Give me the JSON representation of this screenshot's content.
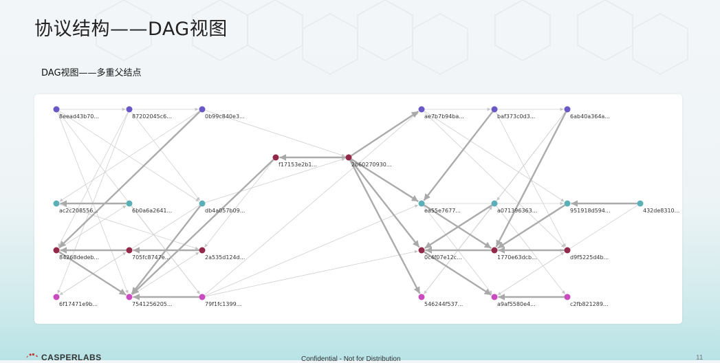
{
  "title": "协议结构——DAG视图",
  "subtitle": "DAG视图——多重父结点",
  "footer": {
    "logo": "CASPERLABS",
    "confidential": "Confidential - Not for Distribution",
    "page": "11"
  },
  "colors": {
    "purple": "#6a58c6",
    "teal": "#5ab0b6",
    "maroon": "#93294a",
    "pink": "#c84bc0",
    "edge": "#b5b5b5"
  },
  "nodes": [
    {
      "id": "n1",
      "label": "8eead43b70...",
      "color": "purple"
    },
    {
      "id": "n2",
      "label": "87202045c6...",
      "color": "purple"
    },
    {
      "id": "n3",
      "label": "0b99c840e3...",
      "color": "purple"
    },
    {
      "id": "n4",
      "label": "ae7b7b94ba...",
      "color": "purple"
    },
    {
      "id": "n5",
      "label": "baf373c0d3...",
      "color": "purple"
    },
    {
      "id": "n6",
      "label": "6ab40a364a...",
      "color": "purple"
    },
    {
      "id": "n7",
      "label": "f17153e2b1...",
      "color": "maroon"
    },
    {
      "id": "n8",
      "label": "2b60270930...",
      "color": "maroon"
    },
    {
      "id": "n9",
      "label": "ac2c208556...",
      "color": "teal"
    },
    {
      "id": "n10",
      "label": "6b0a6a2641...",
      "color": "teal"
    },
    {
      "id": "n11",
      "label": "db4a057b09...",
      "color": "teal"
    },
    {
      "id": "n12",
      "label": "ea55e7677...",
      "color": "teal"
    },
    {
      "id": "n13",
      "label": "a071396363...",
      "color": "teal"
    },
    {
      "id": "n14",
      "label": "951918d594...",
      "color": "teal"
    },
    {
      "id": "n15",
      "label": "432de8310...",
      "color": "teal"
    },
    {
      "id": "n16",
      "label": "84268dedeb...",
      "color": "maroon"
    },
    {
      "id": "n17",
      "label": "705fc8747e...",
      "color": "maroon"
    },
    {
      "id": "n18",
      "label": "2a535d124d...",
      "color": "maroon"
    },
    {
      "id": "n19",
      "label": "0c4f07e12c...",
      "color": "maroon"
    },
    {
      "id": "n20",
      "label": "1770e63dcb...",
      "color": "maroon"
    },
    {
      "id": "n21",
      "label": "d9f5225d4b...",
      "color": "maroon"
    },
    {
      "id": "n22",
      "label": "6f17471e9b...",
      "color": "pink"
    },
    {
      "id": "n23",
      "label": "7541256205...",
      "color": "pink"
    },
    {
      "id": "n24",
      "label": "79f1fc1399...",
      "color": "pink"
    },
    {
      "id": "n25",
      "label": "546244f537...",
      "color": "pink"
    },
    {
      "id": "n26",
      "label": "a9af5580e4...",
      "color": "pink"
    },
    {
      "id": "n27",
      "label": "c2fb821289...",
      "color": "pink"
    }
  ],
  "edges": [
    {
      "from": "n10",
      "to": "n9",
      "bold": true
    },
    {
      "from": "n3",
      "to": "n16",
      "bold": true
    },
    {
      "from": "n17",
      "to": "n16",
      "bold": true
    },
    {
      "from": "n18",
      "to": "n17",
      "bold": true
    },
    {
      "from": "n16",
      "to": "n23",
      "bold": true
    },
    {
      "from": "n24",
      "to": "n23",
      "bold": true
    },
    {
      "from": "n7",
      "to": "n23",
      "bold": true
    },
    {
      "from": "n11",
      "to": "n23",
      "bold": true
    },
    {
      "from": "n8",
      "to": "n7",
      "bold": true
    },
    {
      "from": "n8",
      "to": "n4",
      "bold": true
    },
    {
      "from": "n8",
      "to": "n12",
      "bold": true
    },
    {
      "from": "n8",
      "to": "n19",
      "bold": true
    },
    {
      "from": "n8",
      "to": "n25",
      "bold": true
    },
    {
      "from": "n5",
      "to": "n12",
      "bold": true
    },
    {
      "from": "n6",
      "to": "n20",
      "bold": true
    },
    {
      "from": "n15",
      "to": "n14",
      "bold": true
    },
    {
      "from": "n14",
      "to": "n20",
      "bold": true
    },
    {
      "from": "n21",
      "to": "n20",
      "bold": true
    },
    {
      "from": "n20",
      "to": "n19",
      "bold": true
    },
    {
      "from": "n13",
      "to": "n19",
      "bold": true
    },
    {
      "from": "n19",
      "to": "n26",
      "bold": true
    },
    {
      "from": "n27",
      "to": "n26",
      "bold": true
    },
    {
      "from": "n12",
      "to": "n20",
      "bold": true
    },
    {
      "from": "n1",
      "to": "n2",
      "bold": false
    },
    {
      "from": "n2",
      "to": "n3",
      "bold": false
    },
    {
      "from": "n1",
      "to": "n23",
      "bold": false
    },
    {
      "from": "n1",
      "to": "n11",
      "bold": false
    },
    {
      "from": "n1",
      "to": "n24",
      "bold": false
    },
    {
      "from": "n2",
      "to": "n22",
      "bold": false
    },
    {
      "from": "n2",
      "to": "n11",
      "bold": false
    },
    {
      "from": "n2",
      "to": "n16",
      "bold": false
    },
    {
      "from": "n3",
      "to": "n8",
      "bold": false
    },
    {
      "from": "n3",
      "to": "n9",
      "bold": false
    },
    {
      "from": "n9",
      "to": "n18",
      "bold": false
    },
    {
      "from": "n10",
      "to": "n24",
      "bold": false
    },
    {
      "from": "n11",
      "to": "n8",
      "bold": false
    },
    {
      "from": "n11",
      "to": "n22",
      "bold": false
    },
    {
      "from": "n7",
      "to": "n18",
      "bold": false
    },
    {
      "from": "n22",
      "to": "n17",
      "bold": false
    },
    {
      "from": "n16",
      "to": "n10",
      "bold": false
    },
    {
      "from": "n23",
      "to": "n18",
      "bold": false
    },
    {
      "from": "n24",
      "to": "n4",
      "bold": false
    },
    {
      "from": "n24",
      "to": "n12",
      "bold": false
    },
    {
      "from": "n24",
      "to": "n19",
      "bold": false
    },
    {
      "from": "n4",
      "to": "n5",
      "bold": false
    },
    {
      "from": "n5",
      "to": "n6",
      "bold": false
    },
    {
      "from": "n4",
      "to": "n14",
      "bold": false
    },
    {
      "from": "n4",
      "to": "n21",
      "bold": false
    },
    {
      "from": "n5",
      "to": "n21",
      "bold": false
    },
    {
      "from": "n6",
      "to": "n13",
      "bold": false
    },
    {
      "from": "n6",
      "to": "n25",
      "bold": false
    },
    {
      "from": "n12",
      "to": "n14",
      "bold": false
    },
    {
      "from": "n12",
      "to": "n26",
      "bold": false
    },
    {
      "from": "n13",
      "to": "n27",
      "bold": false
    },
    {
      "from": "n15",
      "to": "n26",
      "bold": false
    },
    {
      "from": "n19",
      "to": "n21",
      "bold": false
    },
    {
      "from": "n25",
      "to": "n13",
      "bold": false
    },
    {
      "from": "n26",
      "to": "n21",
      "bold": false
    }
  ]
}
